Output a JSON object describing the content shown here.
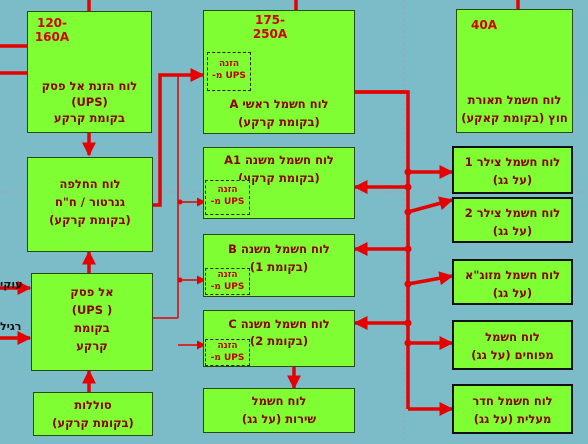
{
  "panels": {
    "ups_feed": {
      "rating": "120-\n160A",
      "lines": [
        "לוח הזנת אל פסק",
        "(UPS)",
        "בקומת קרקע"
      ]
    },
    "main_a": {
      "rating": "175-\n250A",
      "lines": [
        "לוח חשמל ראשי A",
        "(בקומת קרקע)"
      ]
    },
    "facade": {
      "rating": "40A",
      "lines": [
        "לוח חשמל תאורת",
        "חוץ (בקומת קאקע)"
      ]
    },
    "transfer": {
      "lines": [
        "לוח החלפה",
        "גנרטור / ח\"ח",
        "(בקומת קרקע)"
      ]
    },
    "sub_a1": {
      "lines": [
        "לוח חשמל משנה A1",
        "(בקומת קרקע)"
      ]
    },
    "sub_b": {
      "lines": [
        "לוח חשמל משנה B",
        "(בקומת 1)"
      ]
    },
    "sub_c": {
      "lines": [
        "לוח חשמל משנה C",
        "(בקומת 2)"
      ]
    },
    "ups_unit": {
      "lines": [
        "אל פסק",
        "( UPS)",
        "בקומת",
        "קרקע"
      ]
    },
    "batteries": {
      "lines": [
        "סוללות",
        "(בקומת קרקע)"
      ]
    },
    "services": {
      "lines": [
        "לוח חשמל",
        "שירות (על גג)"
      ]
    },
    "chiller1": {
      "lines": [
        "לוח חשמל צילר 1",
        "(על גג)"
      ]
    },
    "chiller2": {
      "lines": [
        "לוח חשמל צילר 2",
        "(על גג)"
      ]
    },
    "hvac": {
      "lines": [
        "לוח חשמל מזוג\"א",
        "(על גג)"
      ]
    },
    "pumps": {
      "lines": [
        "לוח חשמל",
        "מפוחים (על גג)"
      ]
    },
    "elevator": {
      "lines": [
        "לוח חשמל חדר",
        "מעלית (על גג)"
      ]
    }
  },
  "ups_label": [
    "הזנה",
    "UPS מ-"
  ],
  "edge_labels": {
    "upper": "עוקי",
    "lower": "רגיל"
  },
  "colors": {
    "background": "#7cbcc9",
    "box": "#7fff33",
    "line": "#e60000",
    "text": "#8b0000"
  }
}
